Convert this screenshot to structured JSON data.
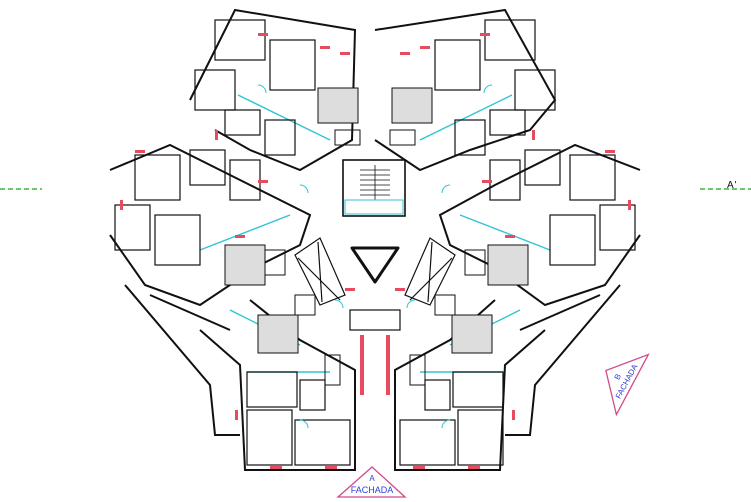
{
  "drawing": {
    "section_marker": "A'",
    "facade_a": {
      "letter": "A",
      "label": "FACHADA"
    },
    "facade_b": {
      "letter": "B",
      "label": "FACHADA"
    }
  },
  "colors": {
    "wall": "#111111",
    "window": "#e84a5f",
    "glass": "#2ec5d3",
    "door": "#e84a5f",
    "furniture": "#222222",
    "section_line": "#19a319",
    "facade_tag": "#d14a8a",
    "facade_text": "#2f3fd1",
    "background": "#ffffff"
  },
  "icons": {
    "stair": "stair-icon",
    "elevator": "elevator-icon",
    "triangle_void": "light-well-icon"
  }
}
